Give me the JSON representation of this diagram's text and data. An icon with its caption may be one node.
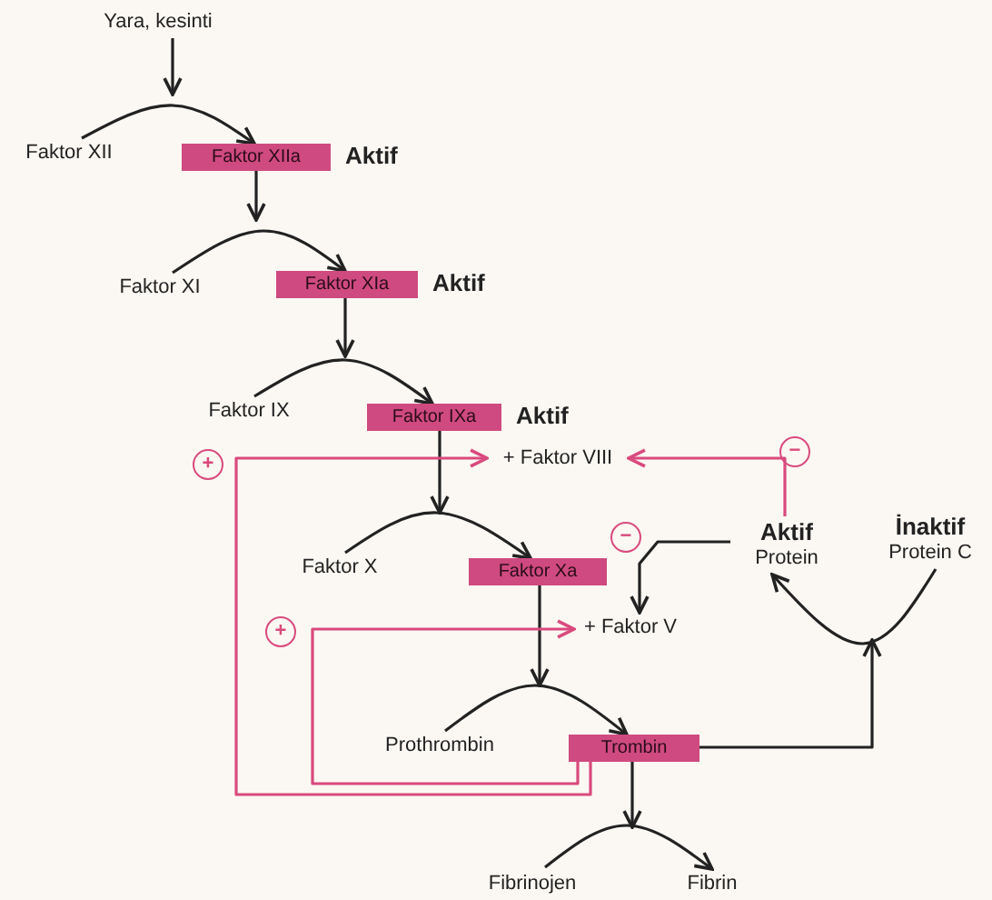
{
  "diagram": {
    "nodes": [
      {
        "text": [
          "Yara, kesinti"
        ]
      },
      {
        "text": [
          "Faktor XII"
        ]
      },
      {
        "text": [
          "Faktor XIIa"
        ],
        "beside": [
          "Aktif"
        ]
      },
      {
        "text": [
          "Faktor XI"
        ]
      },
      {
        "text": [
          "Faktor XIa"
        ],
        "beside": [
          "Aktif"
        ]
      },
      {
        "text": [
          "Faktor IX"
        ]
      },
      {
        "text": [
          "Faktor IXa"
        ],
        "beside": [
          "Aktif"
        ]
      },
      {
        "text": [
          "+ Faktor VIII"
        ]
      },
      {
        "text": [
          "Faktor X"
        ]
      },
      {
        "text": [
          "Faktor Xa"
        ]
      },
      {
        "text": [
          "+ Faktor V"
        ]
      },
      {
        "text": [
          "Prothrombin"
        ]
      },
      {
        "text": [
          "Trombin"
        ]
      },
      {
        "text": [
          "Fibrinojen"
        ]
      },
      {
        "text": [
          "Fibrin"
        ]
      },
      {
        "text": [
          "Aktif",
          "Protein"
        ]
      },
      {
        "text": [
          "İnaktif",
          "Protein C"
        ]
      },
      {
        "text": [
          "+"
        ]
      },
      {
        "text": [
          "−"
        ]
      },
      {
        "text": [
          "−"
        ]
      },
      {
        "text": [
          "+"
        ]
      }
    ],
    "edges": [
      {
        "from": 0,
        "to": null,
        "arrow": "to"
      },
      {
        "from": 1,
        "to": 2,
        "arrow": "to"
      },
      {
        "from": 2,
        "to": null,
        "arrow": "to"
      },
      {
        "from": 3,
        "to": 4,
        "arrow": "to"
      },
      {
        "from": 4,
        "to": null,
        "arrow": "to"
      },
      {
        "from": 5,
        "to": 6,
        "arrow": "to"
      },
      {
        "from": 6,
        "to": null,
        "arrow": "to"
      },
      {
        "from": 8,
        "to": 9,
        "arrow": "to"
      },
      {
        "from": 9,
        "to": null,
        "arrow": "to"
      },
      {
        "from": 11,
        "to": 12,
        "arrow": "to"
      },
      {
        "from": 12,
        "to": null,
        "arrow": "to"
      },
      {
        "from": 13,
        "to": 14,
        "arrow": "to"
      },
      {
        "from": 12,
        "to": null,
        "arrow": "to"
      },
      {
        "from": 16,
        "to": 15,
        "arrow": "to"
      },
      {
        "from": 15,
        "to": 10,
        "arrow": "to"
      },
      {
        "from": 15,
        "to": 7,
        "arrow": "to",
        "color": "#d94a7e"
      },
      {
        "from": 12,
        "to": 7,
        "arrow": "to",
        "color": "#d94a7e"
      },
      {
        "from": 12,
        "to": 10,
        "arrow": "to",
        "color": "#d94a7e"
      }
    ]
  }
}
